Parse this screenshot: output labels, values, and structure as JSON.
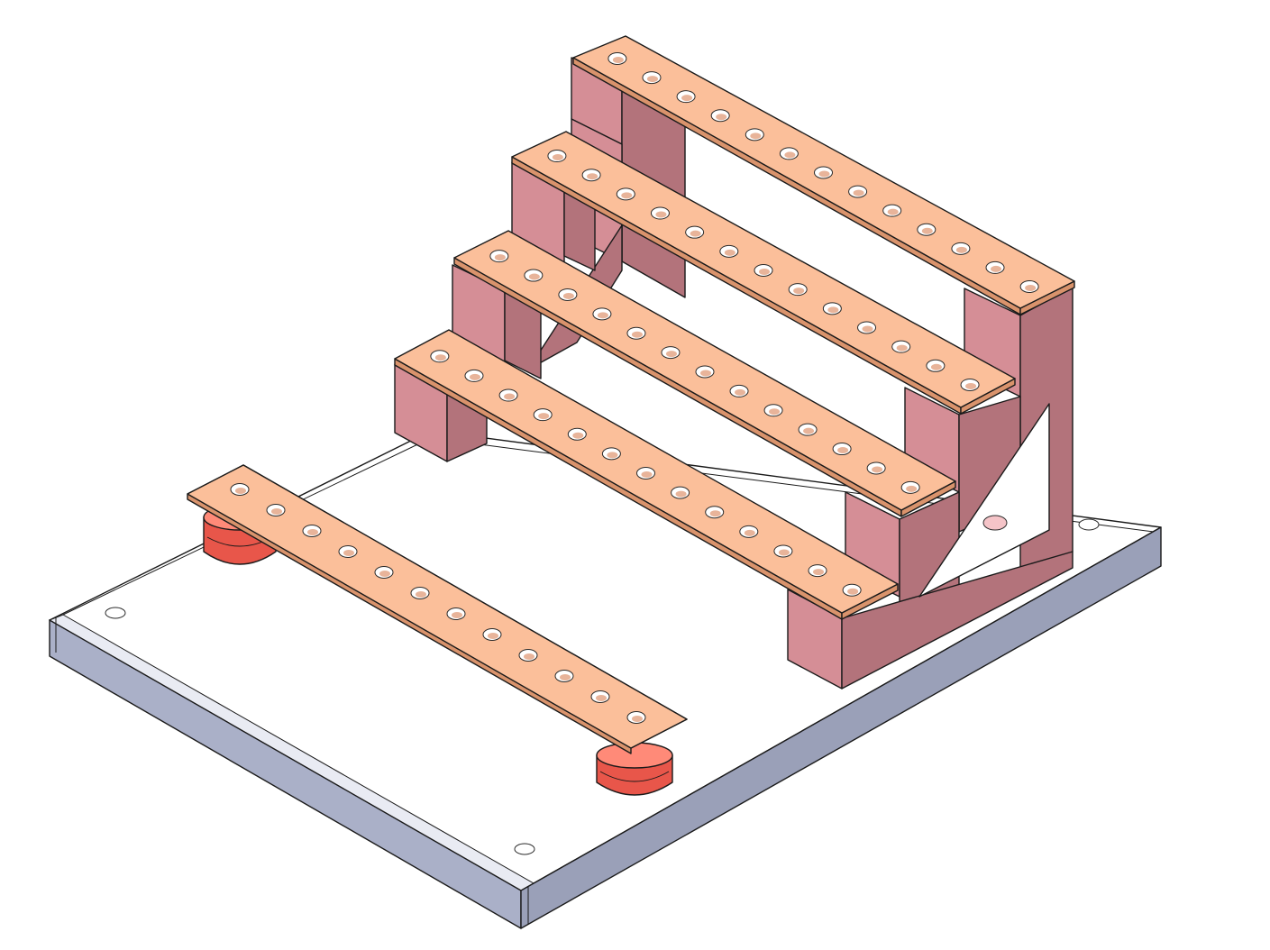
{
  "colors": {
    "background": "#ffffff",
    "plate_top": "#ffffff",
    "plate_front": "#aab0c8",
    "plate_side": "#9aa0b8",
    "plate_rim": "#e9ebf3",
    "busbar_top": "#fbbf9a",
    "busbar_edge": "#d9936c",
    "hole_fill": "#ffffff",
    "hole_inner": "#e8b49a",
    "bracket_light": "#d58e96",
    "bracket_dark": "#b3737b",
    "insulator_top": "#ff8a78",
    "insulator_body": "#e8564a",
    "insulator_shade": "#c43a30"
  },
  "parts": {
    "base_plate": "mounting-plate",
    "loose_busbar_holes": 12,
    "stepped_busbars": [
      {
        "name": "busbar-step-1",
        "holes": 13
      },
      {
        "name": "busbar-step-2",
        "holes": 13
      },
      {
        "name": "busbar-step-3",
        "holes": 13
      },
      {
        "name": "busbar-step-4",
        "holes": 13
      }
    ],
    "insulators": 2
  }
}
